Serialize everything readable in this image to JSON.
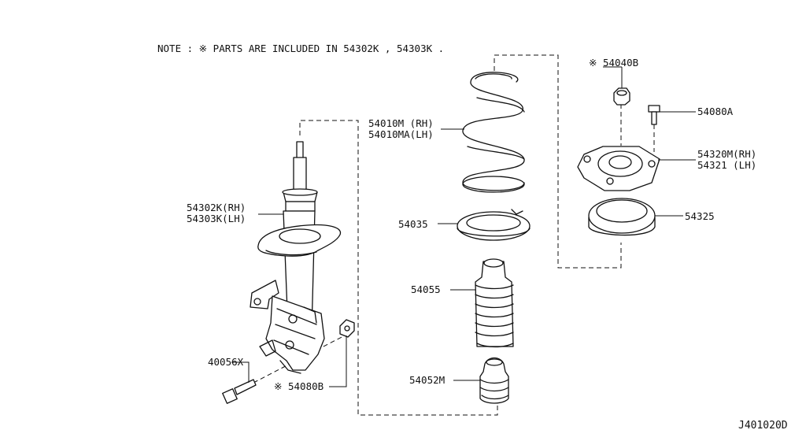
{
  "note": "NOTE : ※ PARTS ARE INCLUDED IN 54302K , 54303K .",
  "diagram_code": "J401020D",
  "parts": {
    "strut": [
      "54302K(RH)",
      "54303K(LH)"
    ],
    "spring": [
      "54010M (RH)",
      "54010MA(LH)"
    ],
    "nut_top": "※ 54040B",
    "bolt_top": "54080A",
    "mount": [
      "54320M(RH)",
      "54321 (LH)"
    ],
    "bearing": "54325",
    "seat": "54035",
    "boot": "54055",
    "bumper": "54052M",
    "bolt_lower": "40056X",
    "nut_lower": "※ 54080B"
  }
}
